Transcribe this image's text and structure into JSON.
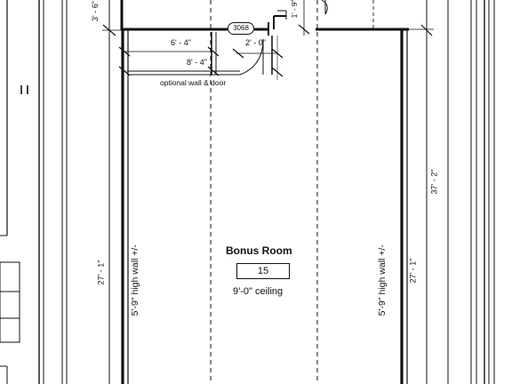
{
  "room": {
    "name": "Bonus Room",
    "number": "15",
    "ceiling": "9'-0\" ceiling"
  },
  "door_tag": "3068",
  "dimensions": {
    "top_left_vertical": "3' - 6\"",
    "wall_run_1": "6' - 4\"",
    "wall_run_2": "8' - 4\"",
    "door_width": "2' - 0\"",
    "closet_vertical": "1' - 9\"",
    "room_length_left": "27' - 1\"",
    "room_length_right": "27' - 1\"",
    "overall_length_right": "37' - 2\""
  },
  "notes": {
    "optional_wall": "optional wall & door",
    "left_wall_height": "5'-9\" high wall +/-",
    "right_wall_height": "5'-9\" high wall +/-"
  }
}
